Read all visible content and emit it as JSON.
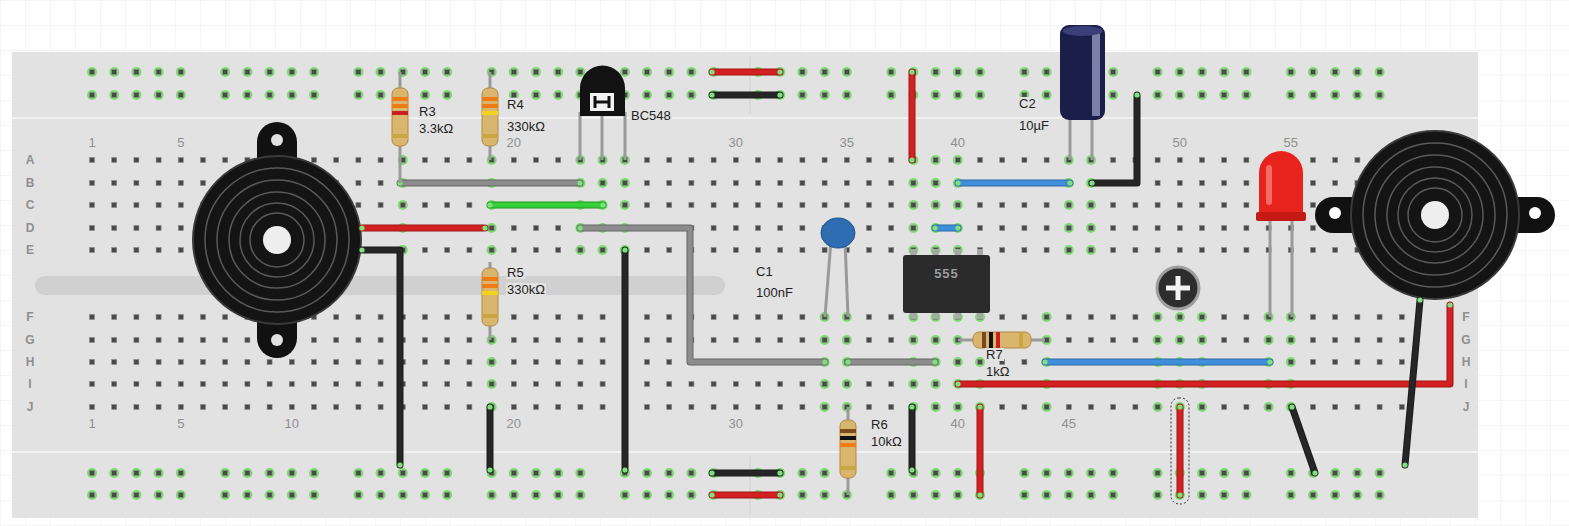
{
  "diagram": {
    "nodes": [
      {
        "text": [
          "555"
        ]
      }
    ],
    "labels": [
      "R3",
      "3.3kΩ",
      "R4",
      "330kΩ",
      "BC548",
      "C2",
      "10µF",
      "C1",
      "100nF",
      "R7",
      "1kΩ",
      "R5",
      "330kΩ",
      "R6",
      "10kΩ",
      "1",
      "5",
      "20",
      "30",
      "35",
      "40",
      "50",
      "55",
      "1",
      "5",
      "10",
      "20",
      "30",
      "40",
      "45",
      "A",
      "B",
      "C",
      "D",
      "E",
      "F",
      "G",
      "H",
      "I",
      "J",
      "F",
      "G",
      "H",
      "I",
      "J"
    ]
  }
}
